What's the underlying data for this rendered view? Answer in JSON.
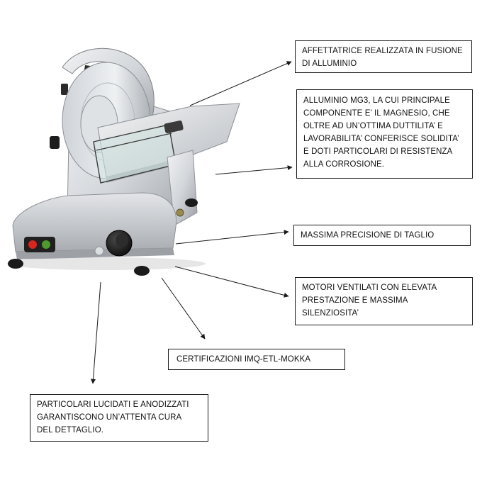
{
  "image": {
    "subject": "meat-slicer",
    "colors": {
      "aluminium_light": "#e9eaec",
      "aluminium_mid": "#c3c6ca",
      "aluminium_dark": "#8e9297",
      "knob": "#1b1b1b",
      "switch_red": "#d8261f",
      "switch_green": "#4e9a2e",
      "line": "#1a1a1a"
    }
  },
  "callouts": [
    {
      "id": "box-1",
      "text": "AFFETTATRICE REALIZZATA IN FUSIONE\nDI ALLUMINIO"
    },
    {
      "id": "box-2",
      "text": "ALLUMINIO MG3, LA CUI PRINCIPALE\nCOMPONENTE E’ IL MAGNESIO, CHE\nOLTRE AD UN’OTTIMA DUTTILITA’ E\nLAVORABILITA’ CONFERISCE SOLIDITA’\nE DOTI PARTICOLARI DI RESISTENZA\nALLA CORROSIONE."
    },
    {
      "id": "box-3",
      "text": "MASSIMA PRECISIONE DI TAGLIO"
    },
    {
      "id": "box-4",
      "text": "MOTORI VENTILATI CON ELEVATA\nPRESTAZIONE E MASSIMA\nSILENZIOSITA’"
    },
    {
      "id": "box-5",
      "text": "CERTIFICAZIONI IMQ-ETL-MOKKA"
    },
    {
      "id": "box-6",
      "text": "PARTICOLARI LUCIDATI E ANODIZZATI\nGARANTISCONO UN’ATTENTA CURA\nDEL DETTAGLIO."
    }
  ]
}
